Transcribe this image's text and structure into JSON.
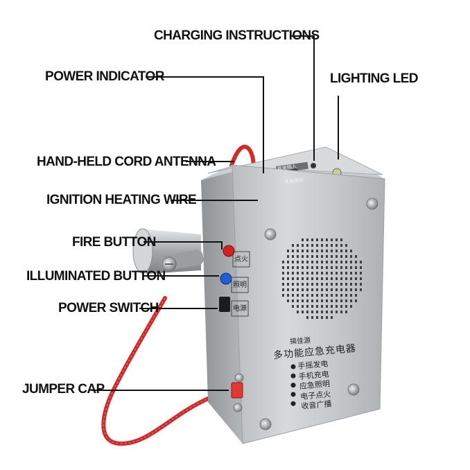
{
  "callouts": {
    "charging_instructions": "CHARGING INSTRUCTIONS",
    "power_indicator": "POWER INDICATOR",
    "lighting_led": "LIGHTING LED",
    "hand_held_cord_antenna": "HAND-HELD CORD ANTENNA",
    "ignition_heating_wire": "IGNITION HEATING WIRE",
    "fire_button": "FIRE BUTTON",
    "illuminated_button": "ILLUMINATED BUTTON",
    "power_switch": "POWER SWITCH",
    "jumper_cap": "JUMPER CAP"
  },
  "device_text": {
    "brand": "搞佳源",
    "title": "多功能应急充电器",
    "features": [
      "手摇发电",
      "手机充电",
      "应急照明",
      "电子点火",
      "收音广播"
    ],
    "side_labels": [
      "点火",
      "照明",
      "电源"
    ],
    "top_labels": [
      "充电输入",
      "充电输出"
    ]
  },
  "colors": {
    "casing": "#c9ccce",
    "cord": "#cc2a2a",
    "fire_button": "#d42020",
    "illuminated_button": "#1f5fd6",
    "leader_line": "#111111"
  }
}
